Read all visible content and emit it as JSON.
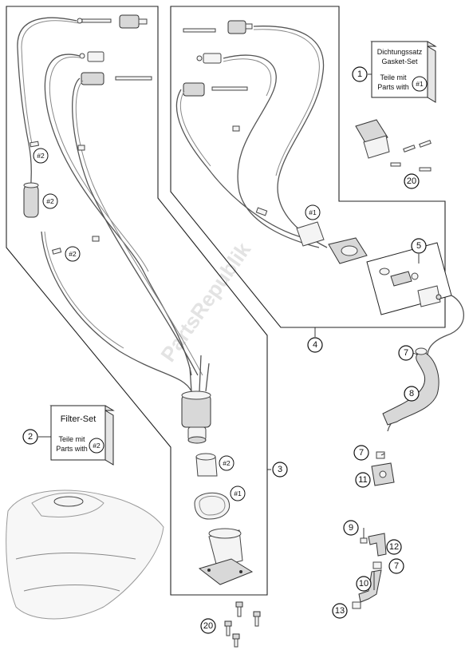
{
  "watermark": "PartsRepublik",
  "callouts": {
    "c1": "1",
    "c2": "2",
    "c3": "3",
    "c4": "4",
    "c5": "5",
    "c7a": "7",
    "c7b": "7",
    "c7c": "7",
    "c8": "8",
    "c9": "9",
    "c10": "10",
    "c11": "11",
    "c12": "12",
    "c13": "13",
    "c20a": "20",
    "c20b": "20"
  },
  "badges": {
    "b2a": "#2",
    "b2b": "#2",
    "b2c": "#2",
    "b2d": "#2",
    "b1a": "#1",
    "b1b": "#1"
  },
  "kit_gasket": {
    "line1": "Dichtungssatz",
    "line2": "Gasket-Set",
    "line3": "Teile mit",
    "line4": "Parts with",
    "badge": "#1"
  },
  "kit_filter": {
    "title": "Filter-Set",
    "line1": "Teile mit",
    "line2": "Parts with",
    "badge": "#2"
  }
}
